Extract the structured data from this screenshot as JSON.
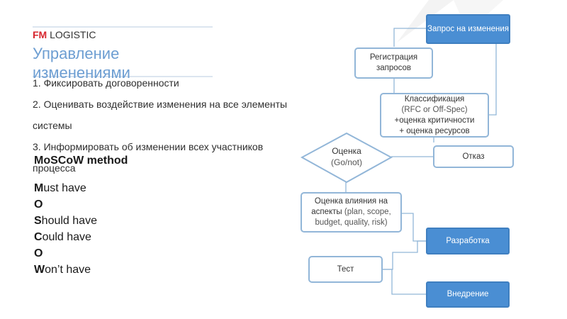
{
  "header": {
    "brand_fm": "FM",
    "brand_rest": " LOGISTIC",
    "title_line1": "Управление",
    "title_line2": "изменениями"
  },
  "list": {
    "item1": "1. Фиксировать договоренности",
    "item2a": "2. Оценивать воздействие изменения на все элементы",
    "item2b": "системы",
    "item3a": "3. Информировать об изменении всех участников",
    "item3b": "процесса"
  },
  "moscow": {
    "heading": "MoSCoW method",
    "lines": [
      {
        "letter": "M",
        "rest": "ust have"
      },
      {
        "letter": "O",
        "rest": ""
      },
      {
        "letter": "S",
        "rest": "hould have"
      },
      {
        "letter": "C",
        "rest": "ould have"
      },
      {
        "letter": "O",
        "rest": ""
      },
      {
        "letter": "W",
        "rest": "on’t have"
      }
    ]
  },
  "flow": {
    "request": "Запрос на изменения",
    "registration": "Регистрация запросов",
    "classification_title": "Классификация",
    "classification_sub": "(RFC or Off-Spec)",
    "classification_l2": "+оценка критичности",
    "classification_l3": "+ оценка ресурсов",
    "decision_title": "Оценка",
    "decision_sub": "(Go/not)",
    "reject": "Отказ",
    "impact_title": "Оценка влияния на аспекты",
    "impact_sub": "(plan, scope, budget, quality, risk)",
    "development": "Разработка",
    "test": "Тест",
    "deploy": "Внедрение"
  },
  "colors": {
    "accent_red": "#d7262e",
    "title_blue": "#6d9ed2",
    "box_fill": "#4a8ed3",
    "box_border": "#92b6d8"
  }
}
